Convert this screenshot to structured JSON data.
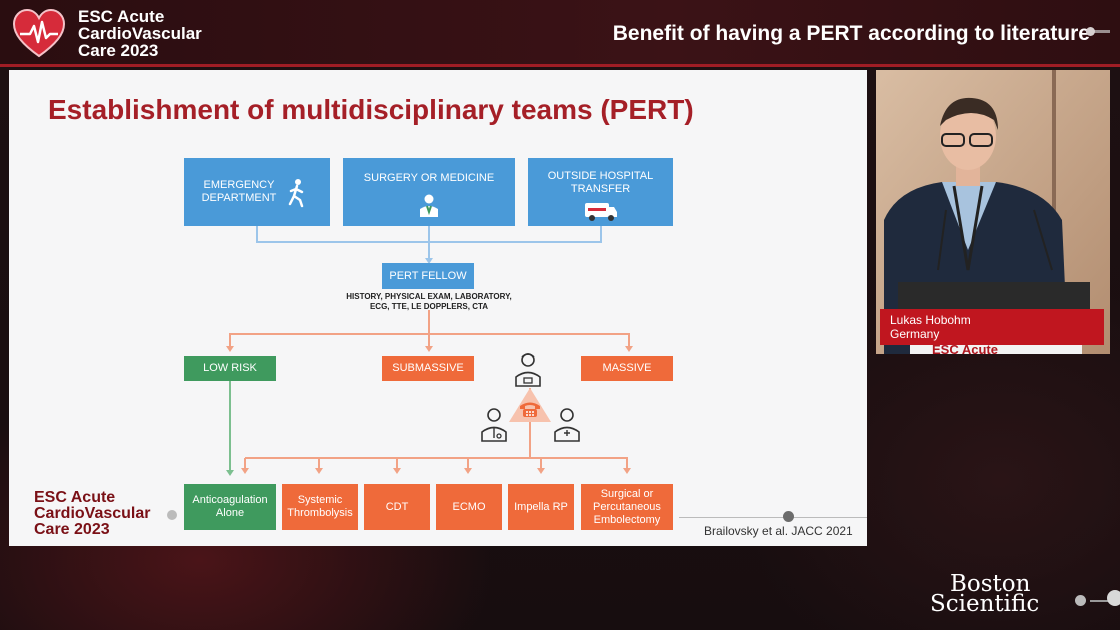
{
  "header": {
    "brand_line1": "ESC Acute",
    "brand_line2": "CardioVascular",
    "brand_line3": "Care 2023",
    "title": "Benefit of having a PERT according to literature"
  },
  "slide": {
    "title": "Establishment of multidisciplinary teams (PERT)",
    "sources": [
      {
        "line1": "EMERGENCY",
        "line2": "DEPARTMENT",
        "icon": "running-person-icon"
      },
      {
        "line1": "SURGERY OR MEDICINE",
        "line2": "",
        "icon": "doctor-icon"
      },
      {
        "line1": "OUTSIDE HOSPITAL",
        "line2": "TRANSFER",
        "icon": "ambulance-icon"
      }
    ],
    "pert_fellow": "PERT FELLOW",
    "pert_desc_line1": "HISTORY, PHYSICAL EXAM, LABORATORY,",
    "pert_desc_line2": "ECG, TTE, LE DOPPLERS, CTA",
    "risk": {
      "low": "LOW RISK",
      "submassive": "SUBMASSIVE",
      "massive": "MASSIVE"
    },
    "treatments": [
      {
        "line1": "Anticoagulation",
        "line2": "Alone",
        "line3": ""
      },
      {
        "line1": "Systemic",
        "line2": "Thrombolysis",
        "line3": ""
      },
      {
        "line1": "CDT",
        "line2": "",
        "line3": ""
      },
      {
        "line1": "ECMO",
        "line2": "",
        "line3": ""
      },
      {
        "line1": "Impella RP",
        "line2": "",
        "line3": ""
      },
      {
        "line1": "Surgical or",
        "line2": "Percutaneous",
        "line3": "Embolectomy"
      }
    ],
    "credit": "Brailovsky et al. JACC 2021",
    "brand_line1": "ESC Acute",
    "brand_line2": "CardioVascular",
    "brand_line3": "Care 2023",
    "colors": {
      "blue": "#4a9ad8",
      "green": "#3f9a5e",
      "orange": "#ef6a3a",
      "title": "#a51f27"
    }
  },
  "speaker": {
    "name": "Lukas Hobohm",
    "country": "Germany",
    "podium_text": "ESC Acute"
  },
  "sponsor": {
    "line1": "Boston",
    "line2": "Scientific"
  }
}
